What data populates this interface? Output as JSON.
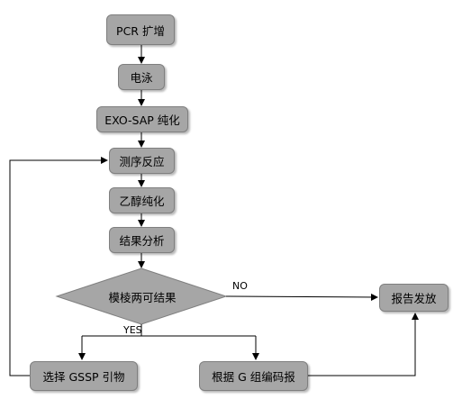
{
  "nodes": {
    "pcr": "PCR 扩增",
    "electrophoresis": "电泳",
    "exo_sap": "EXO-SAP 纯化",
    "sequencing": "测序反应",
    "ethanol": "乙醇纯化",
    "analysis": "结果分析",
    "decision": "模棱两可结果",
    "report": "报告发放",
    "gssp": "选择 GSSP 引物",
    "g_group": "根据 G 组编码报"
  },
  "edge_labels": {
    "no": "NO",
    "yes": "YES"
  },
  "colors": {
    "node_fill": "#a6a6a6",
    "node_border": "#7f7f7f",
    "line": "#000000"
  }
}
